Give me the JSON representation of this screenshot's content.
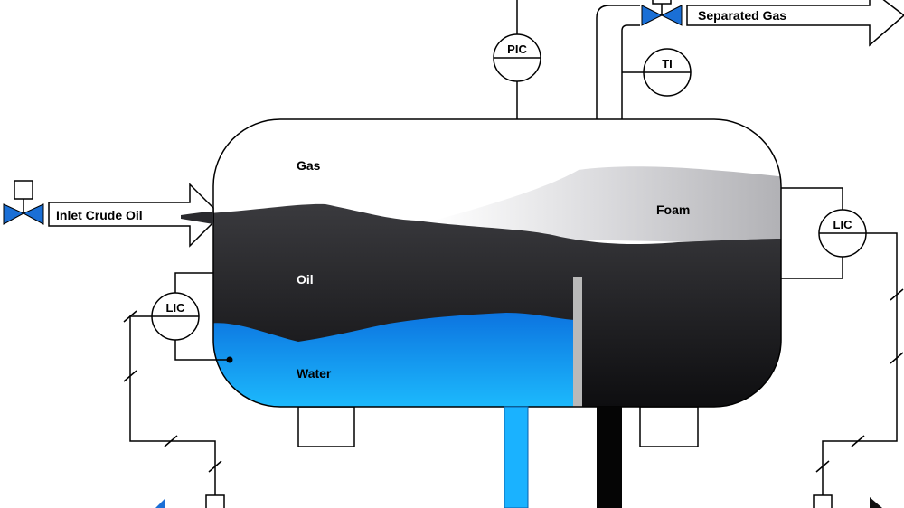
{
  "streams": {
    "inlet": "Inlet Crude Oil",
    "gas_out": "Separated Gas"
  },
  "phases": {
    "gas": "Gas",
    "foam": "Foam",
    "oil": "Oil",
    "water": "Water"
  },
  "instruments": {
    "pic": "PIC",
    "ti": "TI",
    "lic_left": "LIC",
    "lic_right": "LIC"
  },
  "colors": {
    "oil": "#222226",
    "water": "#1aa3ef",
    "valve": "#1a6fd6",
    "weir": "#b9b9b9"
  }
}
